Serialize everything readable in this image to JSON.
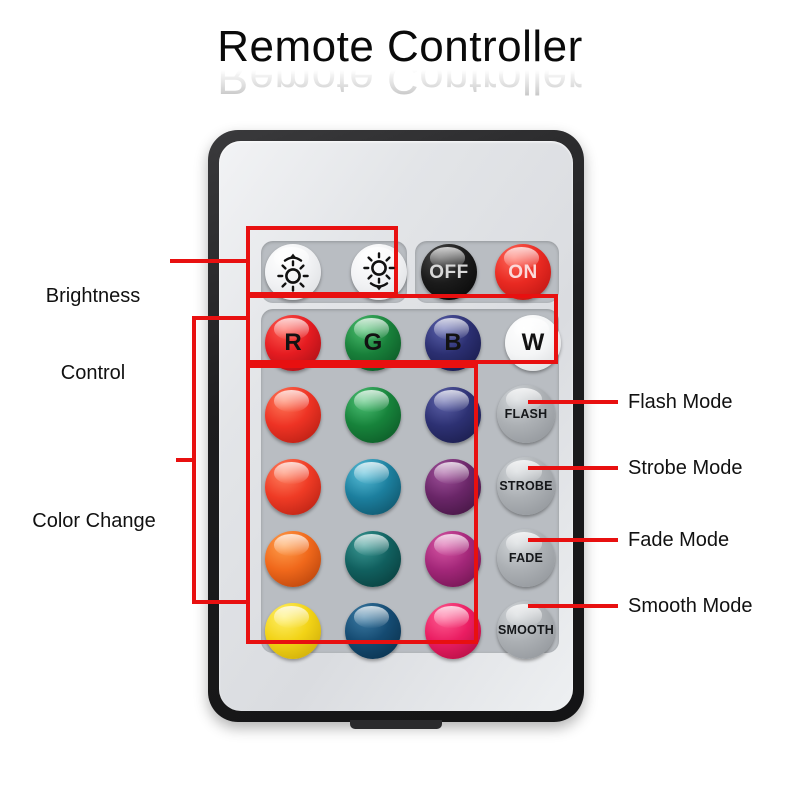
{
  "page": {
    "title": "Remote Controller",
    "background_color": "#ffffff",
    "annotation_color": "#e81010"
  },
  "remote": {
    "body_color": "#1d1d1f",
    "face_color": "#e3e5e8",
    "brightness_row": [
      {
        "id": "brightness-up",
        "icon": "sun-up-icon",
        "face_color": "#f4f5f7"
      },
      {
        "id": "brightness-down",
        "icon": "sun-down-icon",
        "face_color": "#f4f5f7"
      }
    ],
    "power_row": [
      {
        "id": "off-button",
        "label": "OFF",
        "face_color": "#131313",
        "text_color": "#d8d8d8"
      },
      {
        "id": "on-button",
        "label": "ON",
        "face_color": "#e32222",
        "text_color": "#fbdada"
      }
    ],
    "rgbw_row": [
      {
        "id": "red-button",
        "label": "R",
        "face_color": "#e31b23"
      },
      {
        "id": "green-button",
        "label": "G",
        "face_color": "#1c7a35"
      },
      {
        "id": "blue-button",
        "label": "B",
        "face_color": "#2b2f71"
      },
      {
        "id": "white-button",
        "label": "W",
        "face_color": "#f6f7f8"
      }
    ],
    "color_grid": [
      [
        {
          "id": "color-red-orange-1",
          "color": "#ee3324"
        },
        {
          "id": "color-green",
          "color": "#17833b"
        },
        {
          "id": "color-navy-purple",
          "color": "#2d3173"
        }
      ],
      [
        {
          "id": "color-red-orange-2",
          "color": "#ef3b25"
        },
        {
          "id": "color-teal-blue",
          "color": "#1c7f9e"
        },
        {
          "id": "color-dark-purple",
          "color": "#6a2668"
        }
      ],
      [
        {
          "id": "color-orange",
          "color": "#f0681b"
        },
        {
          "id": "color-dark-teal",
          "color": "#11605f"
        },
        {
          "id": "color-magenta",
          "color": "#a32779"
        }
      ],
      [
        {
          "id": "color-yellow",
          "color": "#f2d316"
        },
        {
          "id": "color-deep-blue",
          "color": "#154b72"
        },
        {
          "id": "color-pink",
          "color": "#ea1d62"
        }
      ]
    ],
    "mode_buttons": [
      {
        "id": "flash-button",
        "label": "FLASH",
        "face_color": "#a7abaf"
      },
      {
        "id": "strobe-button",
        "label": "STROBE",
        "face_color": "#a7abaf"
      },
      {
        "id": "fade-button",
        "label": "FADE",
        "face_color": "#a7abaf"
      },
      {
        "id": "smooth-button",
        "label": "SMOOTH",
        "face_color": "#a7abaf"
      }
    ]
  },
  "annotations": {
    "left": [
      {
        "id": "brightness-control-label",
        "line1": "Brightness",
        "line2": "Control"
      },
      {
        "id": "color-change-label",
        "line1": "Color Change",
        "line2": ""
      }
    ],
    "right": [
      {
        "id": "flash-mode-label",
        "text": "Flash Mode"
      },
      {
        "id": "strobe-mode-label",
        "text": "Strobe Mode"
      },
      {
        "id": "fade-mode-label",
        "text": "Fade Mode"
      },
      {
        "id": "smooth-mode-label",
        "text": "Smooth Mode"
      }
    ]
  }
}
